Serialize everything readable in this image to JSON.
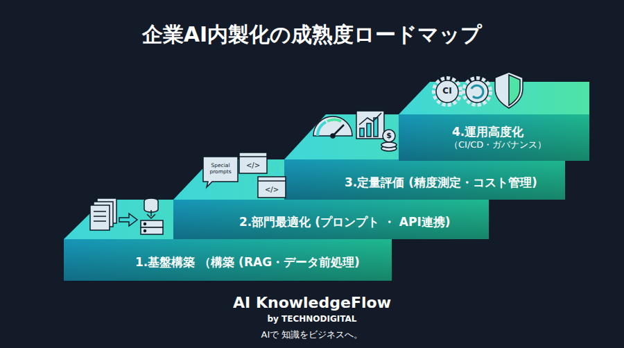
{
  "diagram": {
    "title": "企業AI内製化の成熟度ロードマップ",
    "nodes": [
      {
        "text": [
          "1.基盤構築 （構築 (RAG・データ前処理)"
        ]
      },
      {
        "text": [
          "2.部門最適化 (プロンプト ・ API連携)"
        ]
      },
      {
        "text": [
          "3.定量評価 (精度測定・コスト管理)"
        ]
      },
      {
        "text": [
          "4.運用高度化",
          "（CI/CD・ガバナンス）"
        ]
      }
    ],
    "labels": [
      "Special prompts",
      "</>",
      "</>",
      "CI",
      "$",
      "AI KnowledgeFlow",
      "by TECHNODIGITAL",
      "AIで 知識をビジネスへ。"
    ]
  }
}
